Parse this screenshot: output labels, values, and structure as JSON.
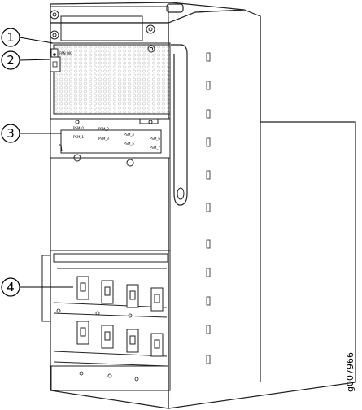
{
  "callouts": [
    {
      "number": "1"
    },
    {
      "number": "2"
    },
    {
      "number": "3"
    },
    {
      "number": "4"
    }
  ],
  "labels": {
    "fan_led": "FAN OK",
    "psm_leds": [
      "PSM_0",
      "PSM_1",
      "PSM_2",
      "PSM_3",
      "PSM_4",
      "PSM_5",
      "PSM_6",
      "PSM_7"
    ]
  },
  "figure_id": "g007966",
  "colors": {
    "line": "#222222",
    "background": "#ffffff",
    "mesh": "#cfcfcf"
  }
}
